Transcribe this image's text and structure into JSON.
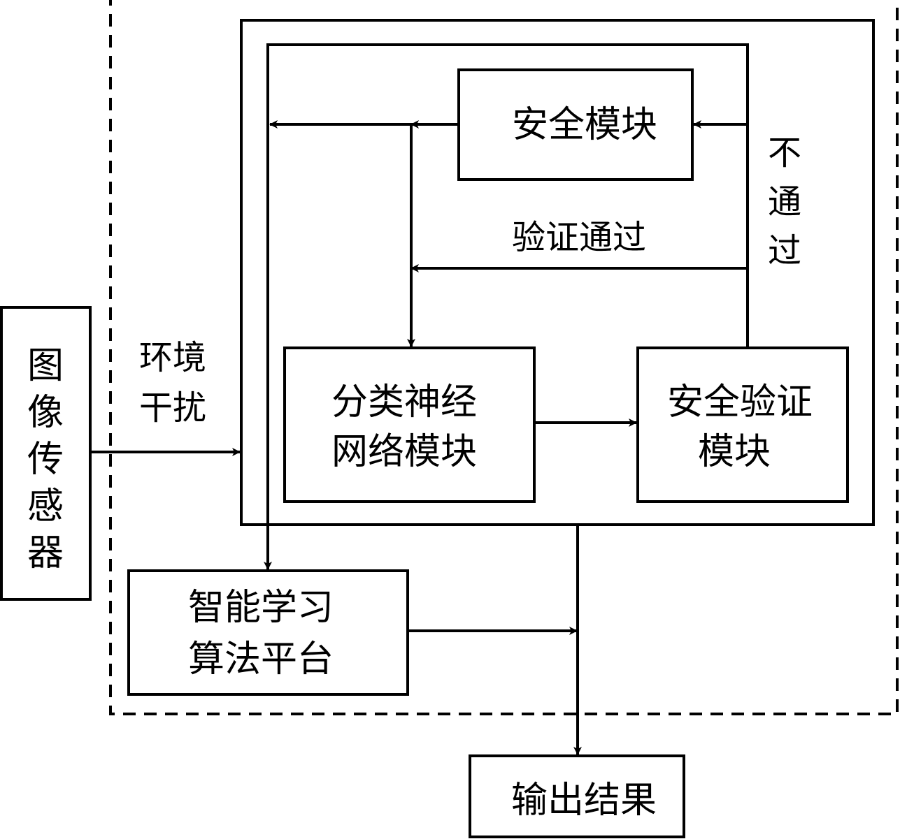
{
  "diagram": {
    "nodes": {
      "image_sensor": {
        "label": [
          "图",
          "像",
          "传",
          "感",
          "器"
        ]
      },
      "security_module": {
        "label": "安全模块"
      },
      "classification_nn": {
        "label": [
          "分类神经",
          "网络模块"
        ]
      },
      "security_verification": {
        "label": [
          "安全验证",
          "模块"
        ]
      },
      "learning_platform": {
        "label": [
          "智能学习",
          "算法平台"
        ]
      },
      "output_result": {
        "label": "输出结果"
      }
    },
    "edge_labels": {
      "environment_interference": [
        "环境",
        "干扰"
      ],
      "verification_passed": "验证通过",
      "not_passed": [
        "不",
        "通",
        "过"
      ]
    },
    "edges": [
      {
        "from": "image_sensor",
        "to": "processing_system",
        "label": "environment_interference"
      },
      {
        "from": "classification_nn",
        "to": "security_verification"
      },
      {
        "from": "security_verification",
        "to": "security_module",
        "label": "not_passed"
      },
      {
        "from": "security_verification",
        "to": "classification_nn",
        "label": "verification_passed"
      },
      {
        "from": "security_module",
        "to": "classification_nn"
      },
      {
        "from": "security_module",
        "to": "learning_platform"
      },
      {
        "from": "learning_platform",
        "to": "output_result"
      },
      {
        "from": "processing_system",
        "to": "output_result"
      }
    ],
    "style": {
      "stroke": "#000000",
      "background": "#ffffff"
    }
  }
}
